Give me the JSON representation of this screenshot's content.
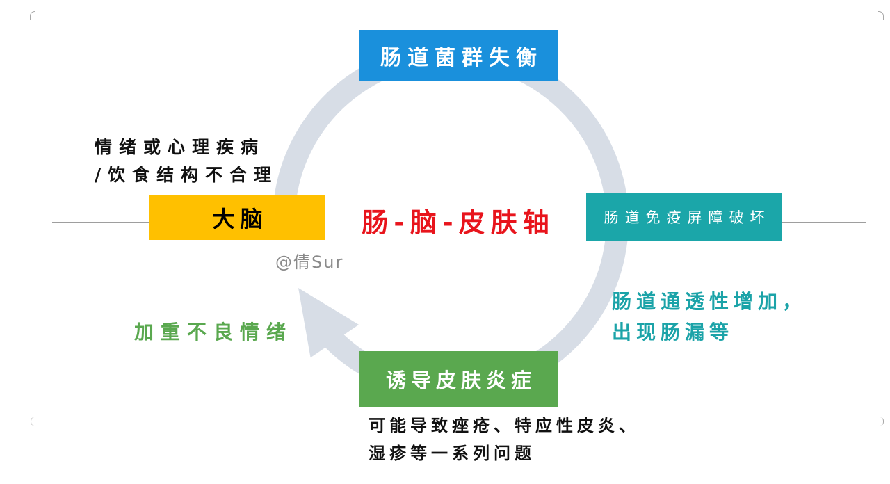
{
  "diagram": {
    "center_label": "肠-脑-皮肤轴",
    "nodes": {
      "brain": {
        "label": "大脑",
        "color": "#ffc000",
        "text_color": "#000000"
      },
      "gut_microbiota": {
        "label": "肠道菌群失衡",
        "color": "#1a90dc",
        "text_color": "#ffffff"
      },
      "gut_barrier": {
        "label": "肠道免疫屏障破坏",
        "color": "#1ba6a9",
        "text_color": "#ffffff"
      },
      "skin_inflammation": {
        "label": "诱导皮肤炎症",
        "color": "#5aa84f",
        "text_color": "#ffffff"
      }
    },
    "annotations": {
      "brain_causes": [
        "情绪或心理疾病",
        "/饮食结构不合理"
      ],
      "gut_permeability": [
        "肠道通透性增加，",
        "出现肠漏等"
      ],
      "emotion_feedback": "加重不良情绪",
      "skin_outcomes": [
        "可能导致痤疮、特应性皮炎、",
        "湿疹等一系列问题"
      ]
    },
    "watermark": "@倩Sur"
  },
  "colors": {
    "center_label": "#e8141c",
    "cycle_ring": "#d7dde6",
    "axis_line": "#7f7f7f",
    "gut_permeability_text": "#1ba3a8",
    "emotion_feedback_text": "#5aa84f",
    "watermark_text": "#8a8a8a",
    "body_text": "#111111"
  }
}
